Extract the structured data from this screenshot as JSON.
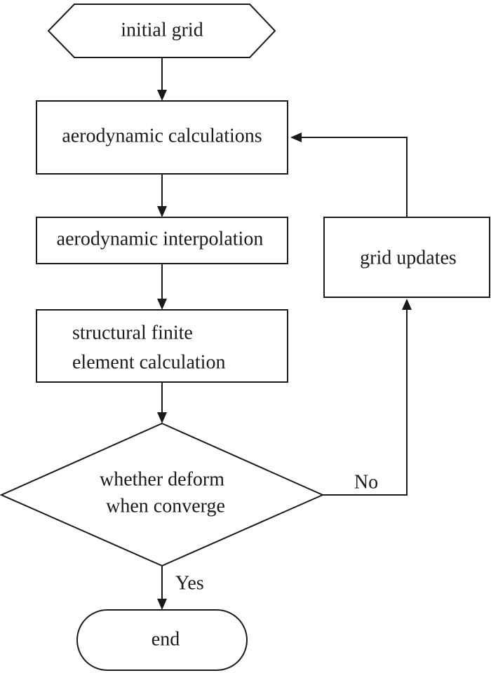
{
  "diagram": {
    "nodes": {
      "initial_grid": "initial grid",
      "aero_calc": "aerodynamic calculations",
      "aero_interp": "aerodynamic interpolation",
      "struct_fe_line1": "structural finite",
      "struct_fe_line2": "element calculation",
      "decision_line1": "whether deform",
      "decision_line2": "when converge",
      "grid_updates": "grid updates",
      "end": "end"
    },
    "edges": {
      "no_label": "No",
      "yes_label": "Yes"
    },
    "colors": {
      "stroke": "#1a1a1a",
      "fill": "#ffffff"
    }
  }
}
